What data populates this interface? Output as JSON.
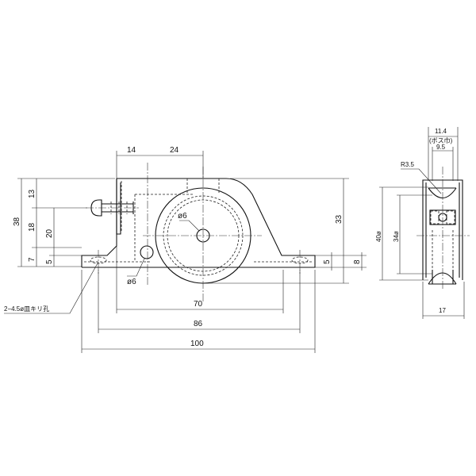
{
  "front_view": {
    "dim_14": "14",
    "dim_24": "24",
    "dim_38": "38",
    "dim_13": "13",
    "dim_18": "18",
    "dim_7": "7",
    "dim_20": "20",
    "dim_5_left": "5",
    "dim_33": "33",
    "dim_5_right": "5",
    "dim_8": "8",
    "dim_70": "70",
    "dim_86": "86",
    "dim_100": "100",
    "axle_dia": "ø6",
    "pin_dia": "ø6",
    "hole_note": "2−4.5ø皿キリ孔"
  },
  "side_view": {
    "dim_11_4": "11.4",
    "boss_width_note": "(ボス巾)",
    "dim_9_5": "9.5",
    "radius": "R3.5",
    "dim_40": "40ø",
    "dim_34": "34ø",
    "dim_17": "17"
  }
}
